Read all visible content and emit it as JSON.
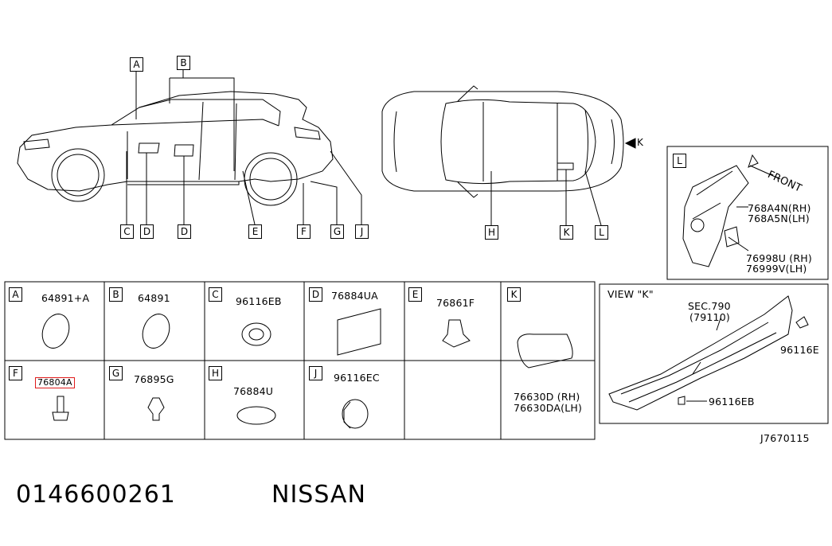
{
  "callouts": {
    "side_view": [
      "A",
      "B",
      "C",
      "D",
      "D",
      "E",
      "F",
      "G",
      "J"
    ],
    "top_view": [
      "H",
      "K",
      "L"
    ],
    "arrow_k": "K"
  },
  "detail_l": {
    "tag": "L",
    "front_label": "FRONT",
    "parts": [
      {
        "pn": "768A4N(RH)"
      },
      {
        "pn": "768A5N(LH)"
      },
      {
        "pn": "76998U (RH)"
      },
      {
        "pn": "76999V(LH)"
      }
    ]
  },
  "view_k": {
    "title": "VIEW \"K\"",
    "sec": "SEC.790",
    "sec_sub": "(79110)",
    "part_right": "96116E",
    "part_bottom": "96116EB"
  },
  "parts_grid": [
    {
      "tag": "A",
      "pn": "64891+A"
    },
    {
      "tag": "B",
      "pn": "64891"
    },
    {
      "tag": "C",
      "pn": "96116EB"
    },
    {
      "tag": "D",
      "pn": "76884UA"
    },
    {
      "tag": "E",
      "pn": "76861F"
    },
    {
      "tag": "K",
      "pn1": "76630D  (RH)",
      "pn2": "76630DA(LH)"
    },
    {
      "tag": "F",
      "pn": "76804A"
    },
    {
      "tag": "G",
      "pn": "76895G"
    },
    {
      "tag": "H",
      "pn": "76884U"
    },
    {
      "tag": "J",
      "pn": "96116EC"
    }
  ],
  "diagram_code": "J7670115",
  "footer": {
    "part_number": "0146600261",
    "brand": "NISSAN"
  },
  "colors": {
    "highlight": "#e01a1a",
    "line": "#000000"
  }
}
